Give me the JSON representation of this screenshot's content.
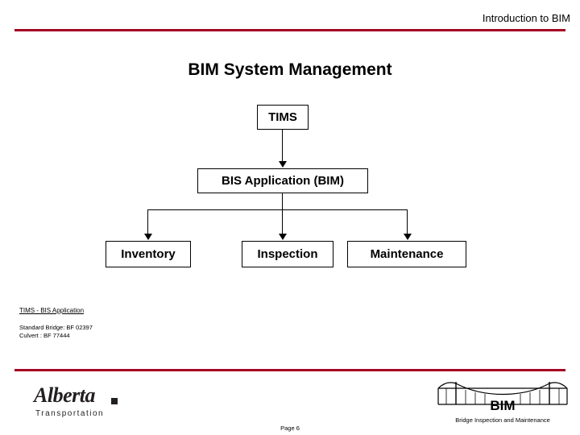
{
  "header": {
    "title": "Introduction to BIM",
    "rule_color": "#A40024"
  },
  "slide": {
    "title": "BIM System Management"
  },
  "diagram": {
    "nodes": [
      {
        "id": "tims",
        "label": "TIMS"
      },
      {
        "id": "bis",
        "label": "BIS Application (BIM)"
      },
      {
        "id": "inventory",
        "label": "Inventory"
      },
      {
        "id": "inspection",
        "label": "Inspection"
      },
      {
        "id": "maintenance",
        "label": "Maintenance"
      }
    ]
  },
  "notes": {
    "link": "TIMS - BIS Application",
    "line1": "Standard Bridge:  BF 02397",
    "line2": "Culvert :  BF 77444"
  },
  "footer": {
    "page": "Page 6",
    "alberta_logo": {
      "word": "Alberta",
      "sub": "Transportation"
    },
    "bim_logo": {
      "title": "BIM",
      "subtitle": "Bridge Inspection and Maintenance"
    }
  }
}
